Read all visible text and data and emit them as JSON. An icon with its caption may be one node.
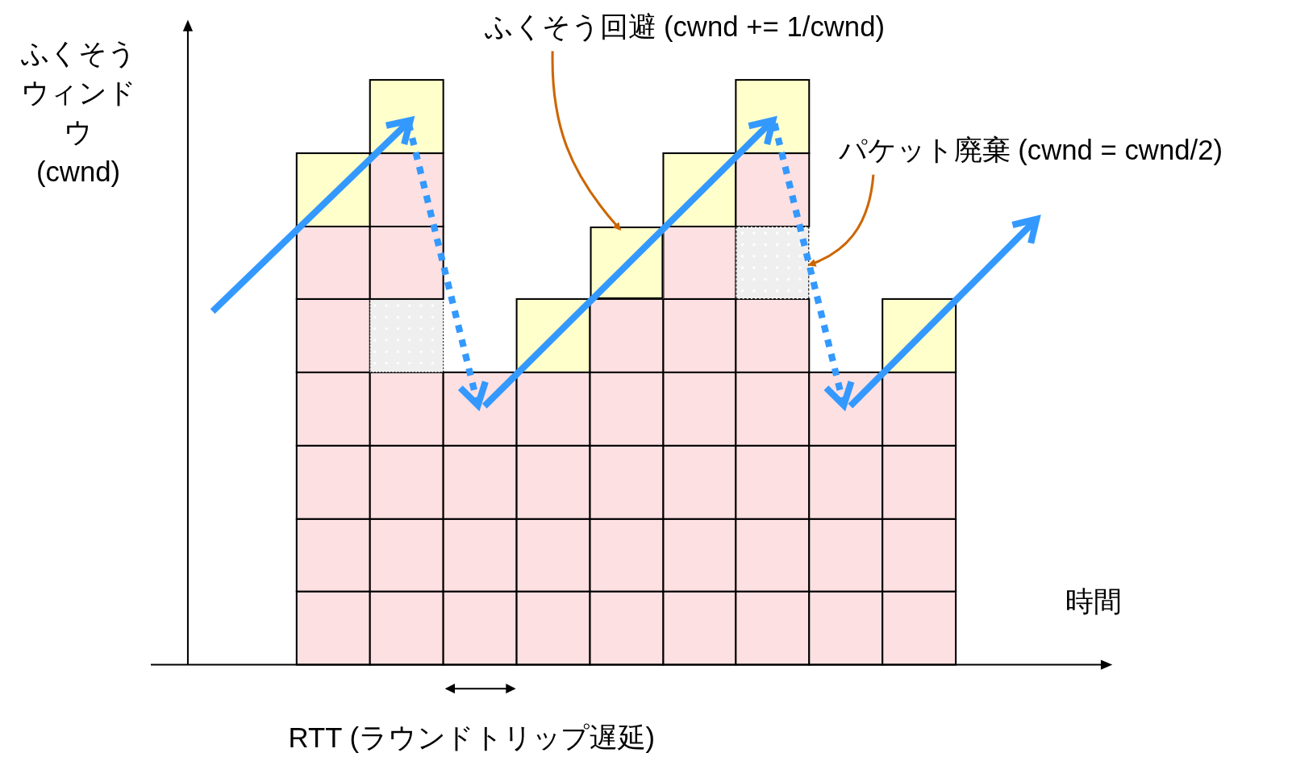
{
  "diagram": {
    "nodes": [
      {
        "text": [
          "ふくそう回避 (cwnd += 1/cwnd)"
        ]
      },
      {
        "text": [],
        "shape": "box"
      },
      {
        "text": [
          "パケット廃棄 (cwnd = cwnd/2)"
        ]
      },
      {
        "text": [],
        "shape": "box"
      }
    ],
    "edges": [
      {
        "from": 0,
        "to": 1,
        "arrow": "to",
        "color": "#cc6600"
      },
      {
        "from": 2,
        "to": 3,
        "arrow": "to",
        "color": "#cc6600"
      }
    ],
    "labels": [
      "ふくそうウィンドウ(cwnd)",
      "時間",
      "RTT (ラウンドトリップ遅延)"
    ]
  }
}
